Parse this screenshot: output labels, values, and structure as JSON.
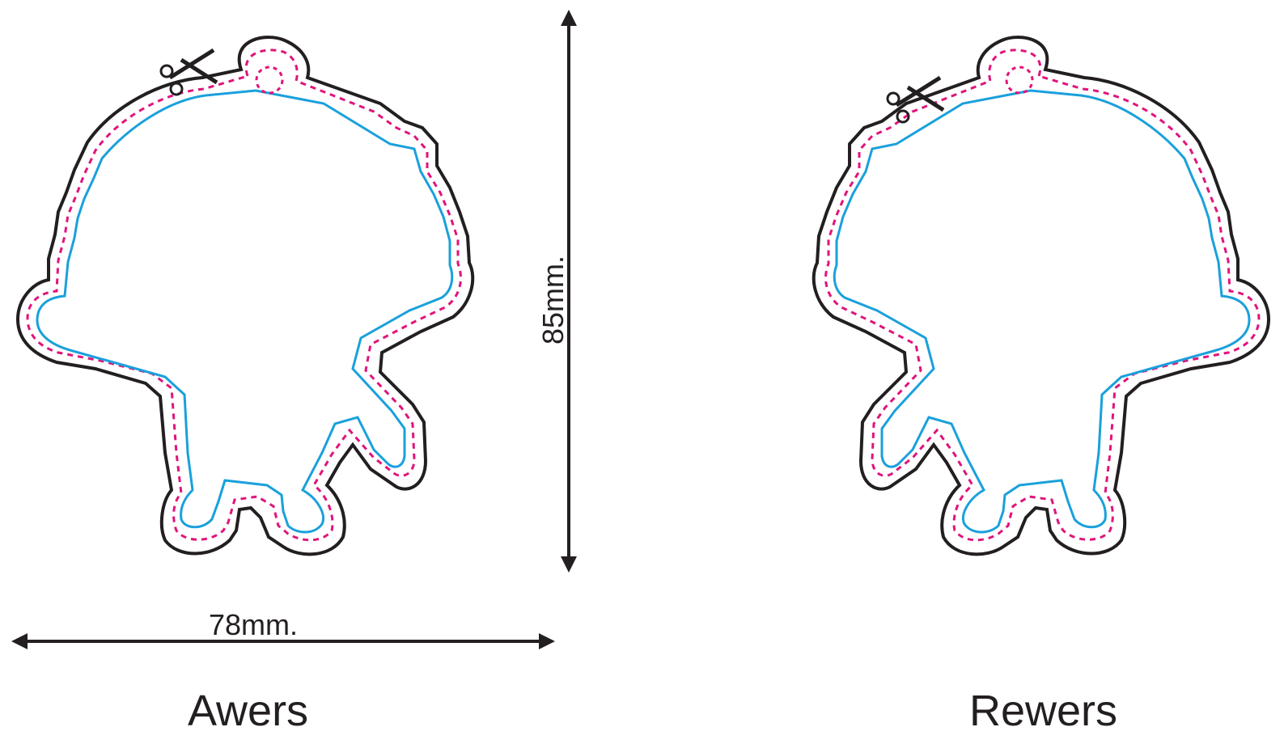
{
  "dimensions": {
    "width_label": "78mm.",
    "height_label": "85mm."
  },
  "faces": {
    "front_label": "Awers",
    "back_label": "Rewers"
  },
  "colors": {
    "cut_outline": "#231f20",
    "bleed_line": "#e0147b",
    "safe_line": "#1aa0dc",
    "text": "#231f20"
  },
  "icons": {
    "cut_marker": "scissors-icon"
  }
}
